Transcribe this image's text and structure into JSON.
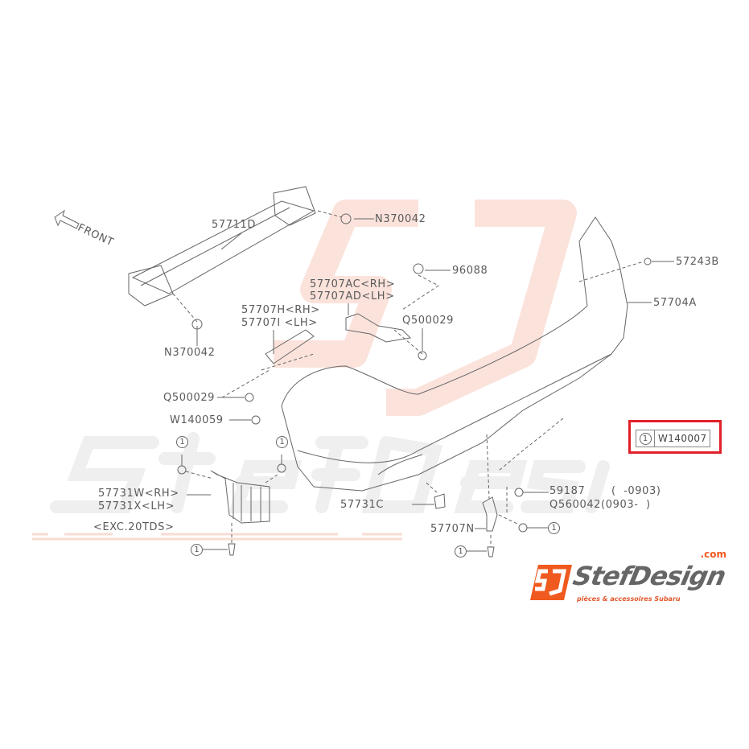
{
  "watermark": {
    "brand": "StefDesign",
    "tagline": "pièces & accessoires Subaru",
    "domain": ".com"
  },
  "logo": {
    "brand": "StefDesign",
    "domain": ".com",
    "tagline": "pièces & accessoires Subaru",
    "colors": {
      "orange": "#f05a1e",
      "gray": "#666666"
    }
  },
  "direction": {
    "label": "FRONT"
  },
  "labels": {
    "l57711D": "57711D",
    "n370042_top": "N370042",
    "p96088": "96088",
    "p57243B": "57243B",
    "p57707AC": "57707AC<RH>",
    "p57707AD": "57707AD<LH>",
    "p57704A": "57704A",
    "p57707H": "57707H<RH>",
    "p57707I": "57707I <LH>",
    "q500029_right": "Q500029",
    "n370042_left": "N370042",
    "q500029_left": "Q500029",
    "w140059": "W140059",
    "p57731W": "57731W<RH>",
    "p57731X": "57731X<LH>",
    "exc": "<EXC.20TDS>",
    "p57731C": "57731C",
    "p59187": "59187",
    "p59187_range": "(  -0903)",
    "q560042": "Q560042(0903-  )",
    "p57707N": "57707N"
  },
  "ref_marker": "1",
  "callout": {
    "marker": "1",
    "code": "W140007",
    "border_color": "#e0202a"
  }
}
